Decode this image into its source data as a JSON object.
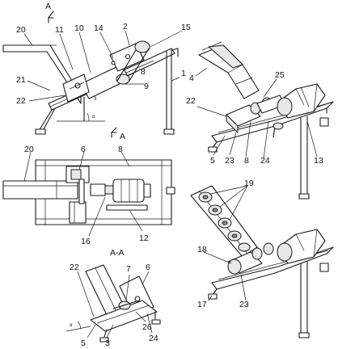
{
  "section_marks": {
    "top_a": "A",
    "bottom_a": "A",
    "section_title": "A-A"
  },
  "angle_marks": {
    "side_view": "α",
    "section_view": "α"
  },
  "labels": [
    {
      "key": "side_20",
      "text": "20"
    },
    {
      "key": "side_11",
      "text": "11"
    },
    {
      "key": "side_10",
      "text": "10"
    },
    {
      "key": "side_14",
      "text": "14"
    },
    {
      "key": "side_2",
      "text": "2"
    },
    {
      "key": "side_15",
      "text": "15"
    },
    {
      "key": "side_21",
      "text": "21"
    },
    {
      "key": "side_8",
      "text": "8"
    },
    {
      "key": "side_9",
      "text": "9"
    },
    {
      "key": "side_1",
      "text": "1"
    },
    {
      "key": "side_22",
      "text": "22"
    },
    {
      "key": "side_3",
      "text": "3"
    },
    {
      "key": "iso_4",
      "text": "4"
    },
    {
      "key": "iso_25",
      "text": "25"
    },
    {
      "key": "iso_22",
      "text": "22"
    },
    {
      "key": "iso_5",
      "text": "5"
    },
    {
      "key": "iso_23",
      "text": "23"
    },
    {
      "key": "iso_8",
      "text": "8"
    },
    {
      "key": "iso_24",
      "text": "24"
    },
    {
      "key": "iso_13",
      "text": "13"
    },
    {
      "key": "top_20",
      "text": "20"
    },
    {
      "key": "top_6",
      "text": "6"
    },
    {
      "key": "top_8",
      "text": "8"
    },
    {
      "key": "top_16",
      "text": "16"
    },
    {
      "key": "top_12",
      "text": "12"
    },
    {
      "key": "iso2_19",
      "text": "19"
    },
    {
      "key": "iso2_18",
      "text": "18"
    },
    {
      "key": "iso2_17",
      "text": "17"
    },
    {
      "key": "iso2_23",
      "text": "23"
    },
    {
      "key": "sec_22",
      "text": "22"
    },
    {
      "key": "sec_7",
      "text": "7"
    },
    {
      "key": "sec_6",
      "text": "6"
    },
    {
      "key": "sec_26",
      "text": "26"
    },
    {
      "key": "sec_24",
      "text": "24"
    },
    {
      "key": "sec_5",
      "text": "5"
    },
    {
      "key": "sec_3",
      "text": "3"
    }
  ]
}
